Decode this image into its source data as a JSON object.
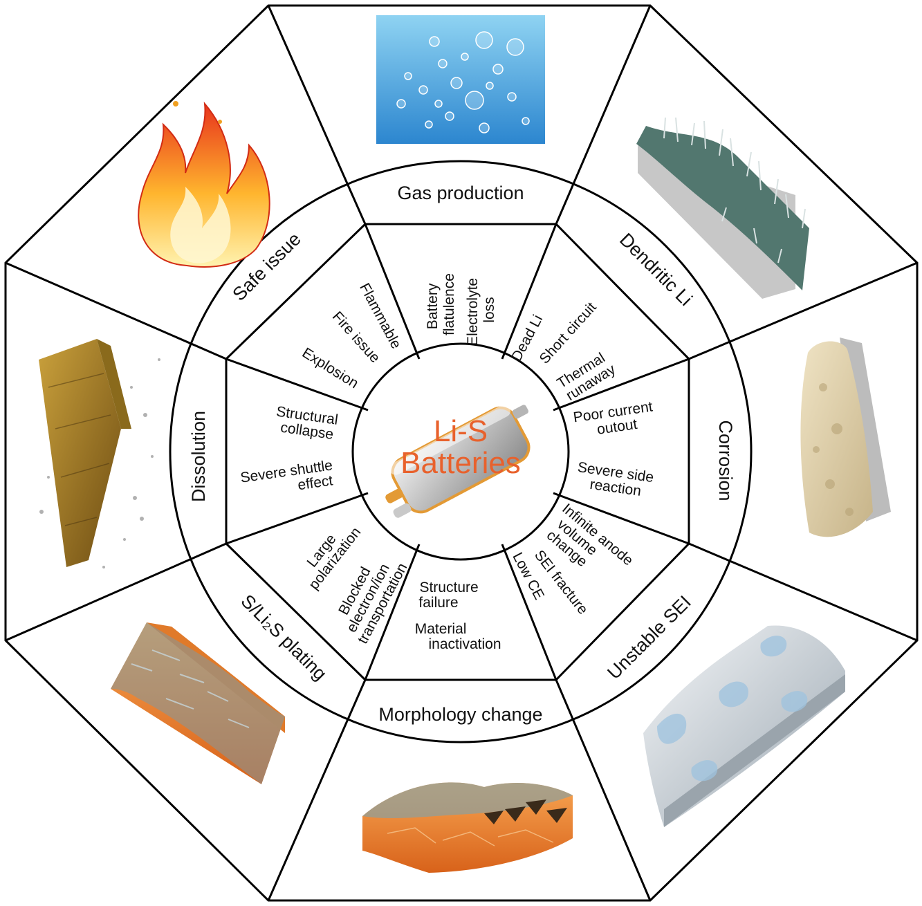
{
  "center": {
    "title_lines": [
      "Li-S",
      "Batteries"
    ]
  },
  "colors": {
    "accent": "#e8612c",
    "line": "#000000",
    "background": "#ffffff"
  },
  "sectors": [
    {
      "id": "gas-production",
      "label": "Gas production",
      "details": [
        "Battery flatulence",
        "Electrolyte loss"
      ],
      "picture": "gas-bubbles-illustration"
    },
    {
      "id": "dendritic-li",
      "label": "Dendritic Li",
      "details": [
        "Dead Li",
        "Short circuit",
        "Thermal runaway"
      ],
      "picture": "dendrite-illustration"
    },
    {
      "id": "corrosion",
      "label": "Corrosion",
      "details": [
        "Poor current outout",
        "Severe side reaction"
      ],
      "picture": "corrosion-illustration"
    },
    {
      "id": "unstable-sei",
      "label": "Unstable SEI",
      "details": [
        "Infinite anode volume change",
        "SEI fracture",
        "Low CE"
      ],
      "picture": "sei-layer-illustration"
    },
    {
      "id": "morphology-change",
      "label": "Morphology change",
      "details": [
        "Structure failure",
        "Material inactivation"
      ],
      "picture": "morphology-illustration"
    },
    {
      "id": "s-li2s-plating",
      "label": "S/Li₂S plating",
      "details": [
        "Large polarization",
        "Blocked electron/ion transportation"
      ],
      "picture": "plating-illustration"
    },
    {
      "id": "dissolution",
      "label": "Dissolution",
      "details": [
        "Structural collapse",
        "Severe shuttle effect"
      ],
      "picture": "dissolution-illustration"
    },
    {
      "id": "safe-issue",
      "label": "Safe issue",
      "details": [
        "Flammable",
        "Fire issue",
        "Explosion"
      ],
      "picture": "fire-illustration"
    }
  ]
}
